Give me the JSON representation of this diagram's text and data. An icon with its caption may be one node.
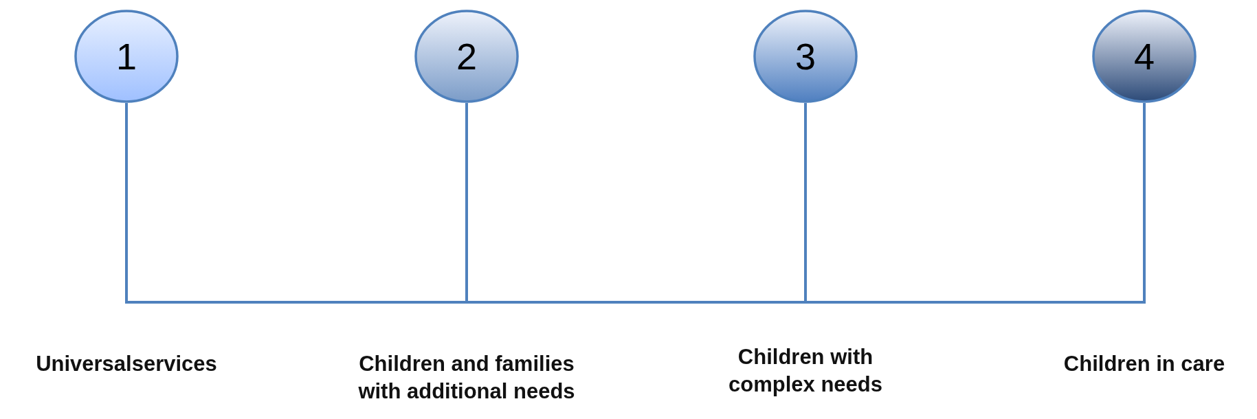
{
  "diagram": {
    "nodes": [
      {
        "text": [
          "1"
        ]
      },
      {
        "text": [
          "2"
        ]
      },
      {
        "text": [
          "3"
        ]
      },
      {
        "text": [
          "4"
        ]
      }
    ],
    "edges": [
      {
        "from": 0,
        "to": 1,
        "arrow": "none"
      },
      {
        "from": 1,
        "to": 2,
        "arrow": "none"
      },
      {
        "from": 2,
        "to": 3,
        "arrow": "none"
      }
    ],
    "labels": [
      "Universalservices",
      "Children and families with additional needs",
      "Children with complex needs",
      "Children in care"
    ]
  }
}
